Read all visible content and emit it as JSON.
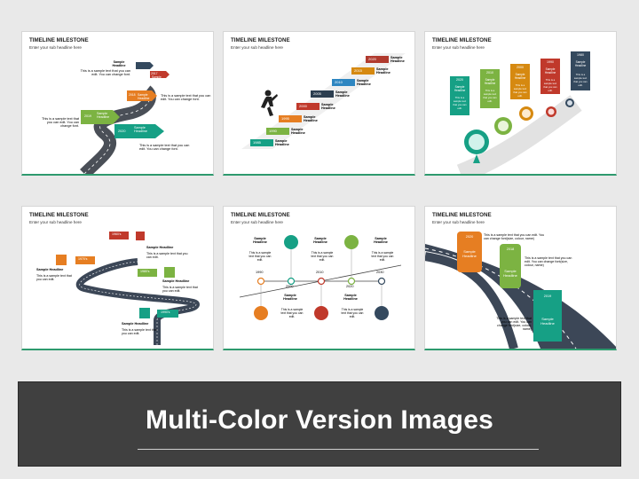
{
  "slides": [
    {
      "title": "TIMELINE MILESTONE",
      "subtitle": "Enter your sub headline here",
      "milestones": [
        {
          "year": "2017",
          "headline": "Sample Headline",
          "color": "#c0392b"
        },
        {
          "year": "",
          "headline": "Sample Headline",
          "color": "#34495e"
        },
        {
          "year": "2018",
          "headline": "Sample Headline",
          "color": "#e67e22"
        },
        {
          "year": "2019",
          "headline": "Sample Headline",
          "color": "#7cb342"
        },
        {
          "year": "2020",
          "headline": "Sample Headline",
          "color": "#16a085"
        }
      ],
      "texts": [
        "This is a sample text that you can edit. You can change font.",
        "This is a sample text that you can edit. You can change font.",
        "This is a sample text that you can edit. You can change font.",
        "This is a sample text that you can edit. You can change font."
      ]
    },
    {
      "title": "TIMELINE MILESTONE",
      "subtitle": "Enter your sub headline here",
      "steps": [
        {
          "year": "2020",
          "headline": "Sample Headline",
          "color": "#b03a2e"
        },
        {
          "year": "2015",
          "headline": "Sample Headline",
          "color": "#d68910"
        },
        {
          "year": "2010",
          "headline": "Sample Headline",
          "color": "#2e86c1"
        },
        {
          "year": "2005",
          "headline": "Sample Headline",
          "color": "#2c3e50"
        },
        {
          "year": "2000",
          "headline": "Sample Headline",
          "color": "#c0392b"
        },
        {
          "year": "1995",
          "headline": "Sample Headline",
          "color": "#e67e22"
        },
        {
          "year": "1990",
          "headline": "Sample Headline",
          "color": "#7cb342"
        },
        {
          "year": "1985",
          "headline": "Sample Headline",
          "color": "#16a085"
        }
      ]
    },
    {
      "title": "TIMELINE MILESTONE",
      "subtitle": "Enter your sub headline here",
      "cards": [
        {
          "year": "2020",
          "headline": "Sample Headline",
          "text": "This is a sample text that you can edit.",
          "color": "#16a085"
        },
        {
          "year": "2010",
          "headline": "Sample Headline",
          "text": "This is a sample text that you can edit.",
          "color": "#7cb342"
        },
        {
          "year": "2000",
          "headline": "Sample Headline",
          "text": "This is a sample text that you can edit.",
          "color": "#d68910"
        },
        {
          "year": "1990",
          "headline": "Sample Headline",
          "text": "This is a sample text that you can edit.",
          "color": "#c0392b"
        },
        {
          "year": "1980",
          "headline": "Sample Headline",
          "text": "This is a sample text that you can edit.",
          "color": "#34495e"
        }
      ]
    },
    {
      "title": "TIMELINE MILESTONE",
      "subtitle": "Enter your sub headline here",
      "flags": [
        {
          "year": "1960's",
          "headline": "Sample Headline",
          "color": "#c0392b"
        },
        {
          "year": "1970's",
          "headline": "Sample Headline",
          "color": "#e67e22"
        },
        {
          "year": "1980's",
          "headline": "Sample Headline",
          "color": "#7cb342"
        },
        {
          "year": "1990's",
          "headline": "Sample Headline",
          "color": "#16a085"
        }
      ],
      "text": "This is a sample text that you can edit."
    },
    {
      "title": "TIMELINE MILESTONE",
      "subtitle": "Enter your sub headline here",
      "nodes": [
        {
          "year": "1990",
          "headline": "Sample Headline",
          "color": "#e67e22"
        },
        {
          "year": "2000",
          "headline": "Sample Headline",
          "color": "#16a085"
        },
        {
          "year": "2010",
          "headline": "Sample Headline",
          "color": "#c0392b"
        },
        {
          "year": "2020",
          "headline": "Sample Headline",
          "color": "#7cb342"
        },
        {
          "year": "2030",
          "headline": "Sample Headline",
          "color": "#34495e"
        }
      ],
      "text": "This is a sample text that you can edit."
    },
    {
      "title": "TIMELINE MILESTONE",
      "subtitle": "Enter your sub headline here",
      "posts": [
        {
          "year": "2020",
          "headline": "Sample Headline",
          "color": "#e67e22"
        },
        {
          "year": "2018",
          "headline": "Sample Headline",
          "color": "#7cb342"
        },
        {
          "year": "2019",
          "headline": "Sample Headline",
          "color": "#16a085"
        }
      ],
      "text": "This is a sample text that you can edit. You can change font(size, colour, name)"
    }
  ],
  "banner": {
    "title": "Multi-Color Version Images"
  },
  "colors": {
    "road": "#4a4f57",
    "accent_line": "#2e9a6e",
    "banner_bg": "#404040"
  }
}
